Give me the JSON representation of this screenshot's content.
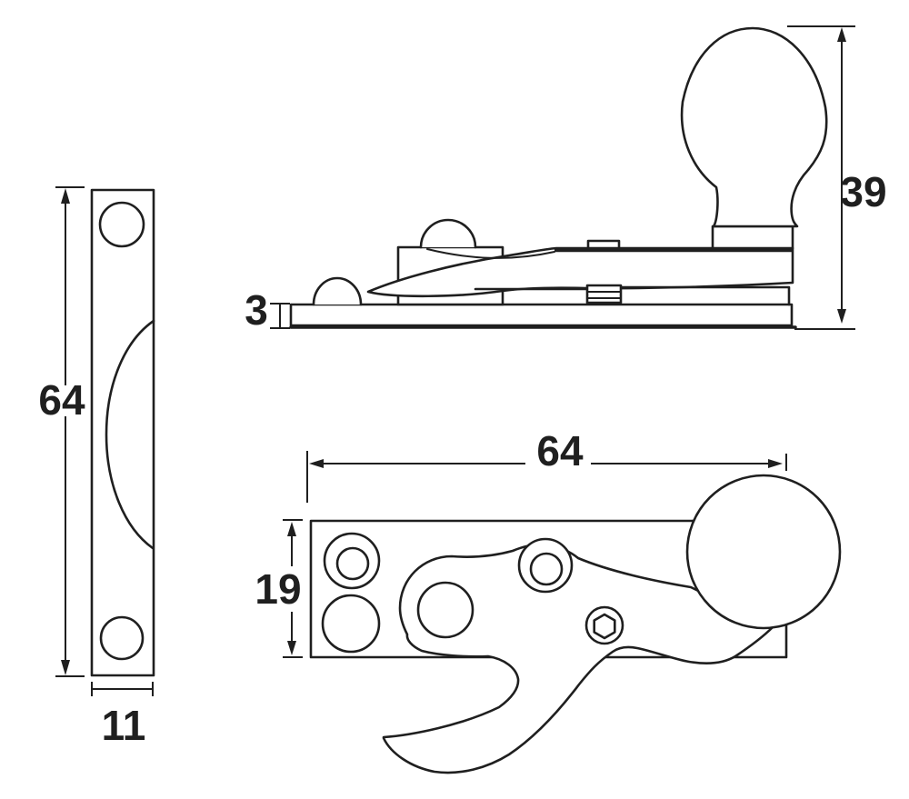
{
  "page": {
    "background": "#ffffff",
    "line_color": "#1f1f1f"
  },
  "drawing": {
    "type": "technical-orthographic-drawing",
    "subject": "sash window fastener with keep plate, side elevation and plan view",
    "views": {
      "end_view": {
        "height_label": "64",
        "width_label": "11"
      },
      "side_view": {
        "thickness_label": "3",
        "height_label": "39"
      },
      "plan_view": {
        "length_label": "64",
        "width_label": "19"
      }
    }
  }
}
